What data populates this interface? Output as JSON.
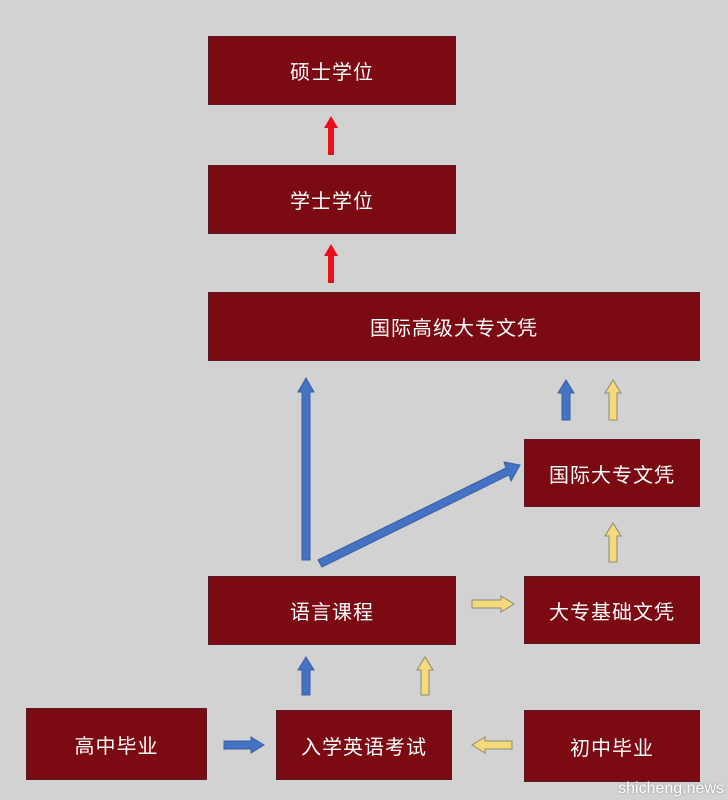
{
  "nodes": {
    "master": "硕士学位",
    "bachelor": "学士学位",
    "intl_advanced_diploma": "国际高级大专文凭",
    "intl_diploma": "国际大专文凭",
    "foundation_diploma": "大专基础文凭",
    "language_course": "语言课程",
    "high_school": "高中毕业",
    "entrance_english_test": "入学英语考试",
    "junior_high": "初中毕业"
  },
  "colors": {
    "box": "#7b0a12",
    "red_arrow": "#e8101a",
    "blue_arrow": "#4472c4",
    "yellow_arrow": "#f5d97a",
    "background": "#d2d2d2"
  },
  "watermark": "shicheng.news"
}
